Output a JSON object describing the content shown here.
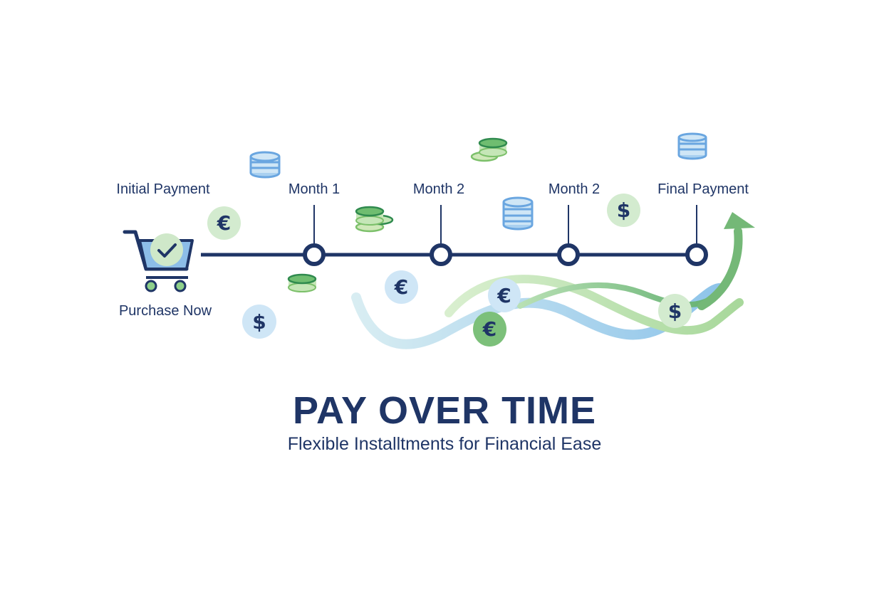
{
  "diagram": {
    "type": "payment-timeline",
    "start": {
      "label": "Purchase Now",
      "icon": "shopping-cart-check-icon"
    },
    "milestones": [
      {
        "label": "Initial Payment"
      },
      {
        "label": "Month 1"
      },
      {
        "label": "Month 2"
      },
      {
        "label": "Month 2"
      },
      {
        "label": "Final Payment"
      }
    ],
    "decorations": {
      "currency_symbols": [
        "€",
        "$",
        "€",
        "€",
        "€",
        "$",
        "$"
      ]
    }
  },
  "title": "PAY OVER TIME",
  "subtitle": "Flexible Installtments for Financial Ease",
  "colors": {
    "navy": "#1f3566",
    "light_blue": "#cfe6f6",
    "mid_blue": "#6aa6e0",
    "light_green": "#d3ebcf",
    "green": "#7cc07a",
    "dark_green": "#2f8a4e"
  }
}
